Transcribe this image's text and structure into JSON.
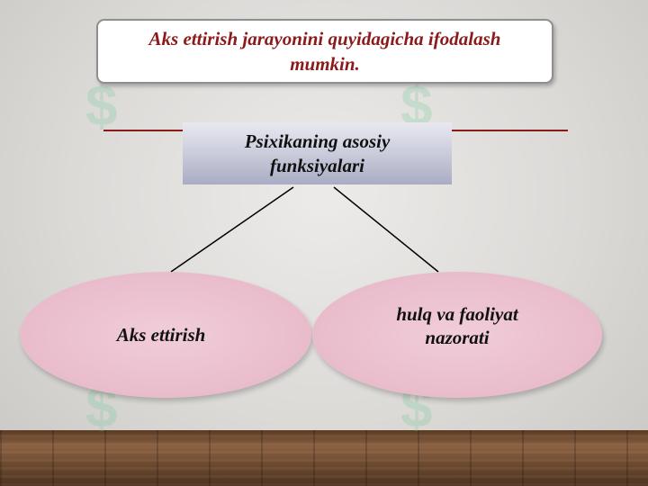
{
  "title": "Aks ettirish jarayonini quyidagicha ifodalash mumkin.",
  "center_node": "Psixikaning asosiy funksiyalari",
  "left_node": "Aks ettirish",
  "right_node": "hulq va faoliyat nazorati",
  "colors": {
    "title_text": "#8b1a1a",
    "accent_line": "#8b1a1a",
    "center_box": "#c7c9d9",
    "ellipse_fill": "#e9bccb",
    "connector": "#000000"
  }
}
